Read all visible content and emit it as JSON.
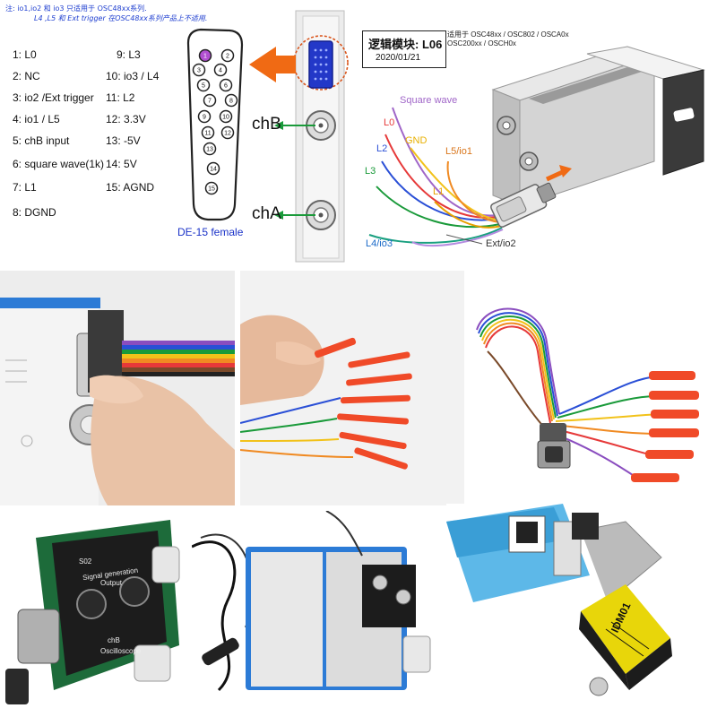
{
  "note": {
    "line1": "注: io1,io2 和 io3 只适用于 OSC48xx系列.",
    "line2": "L4 ,L5 和 Ext trigger 在OSC48xx系列产品上不适用."
  },
  "pins": [
    {
      "n": "1: L0"
    },
    {
      "n": "2: NC"
    },
    {
      "n": "3: io2  /Ext trigger"
    },
    {
      "n": "4: io1 / L5"
    },
    {
      "n": "5: chB input"
    },
    {
      "n": "6: square wave(1k)"
    },
    {
      "n": "7: L1"
    },
    {
      "n": "8: DGND"
    },
    {
      "n": "9: L3"
    },
    {
      "n": "10: io3 / L4"
    },
    {
      "n": "11: L2"
    },
    {
      "n": "12: 3.3V"
    },
    {
      "n": "13: -5V"
    },
    {
      "n": "14: 5V"
    },
    {
      "n": "15: AGND"
    }
  ],
  "connector_pins": [
    "1",
    "2",
    "3",
    "4",
    "5",
    "6",
    "7",
    "8",
    "9",
    "10",
    "11",
    "12",
    "13",
    "14",
    "15"
  ],
  "de15_label": "DE-15 female",
  "channels": {
    "chB": "chB",
    "chA": "chA"
  },
  "module": {
    "title": "逻辑模块: L06",
    "date": "2020/01/21",
    "applies": [
      "适用于 OSC48xx / OSC802 / OSCA0x",
      "OSC200xx / OSCH0x"
    ]
  },
  "wires": {
    "square_wave": "Square wave",
    "l0": "L0",
    "l2": "L2",
    "gnd": "GND",
    "l5io1": "L5/io1",
    "l3": "L3",
    "l1": "L1",
    "l4io3": "L4/io3",
    "extio2": "Ext/io2"
  },
  "device_text": {
    "s02": "S02",
    "signal_gen": "Signal generation",
    "output": "Output",
    "chb": "chB",
    "oscilloscope": "Oscilloscope",
    "idm": "IDM01"
  },
  "colors": {
    "orange_arrow": "#f06a14",
    "green_arrow": "#1a9a3a",
    "connector_blue": "#2338c8",
    "device_blue": "#2c7bd6"
  }
}
